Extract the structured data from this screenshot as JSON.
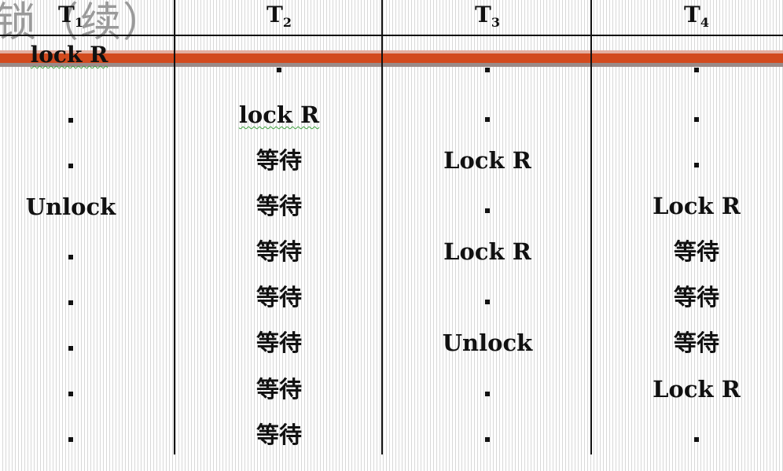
{
  "title_fragment": "锁（续）",
  "headers": [
    {
      "base": "T",
      "sub": "1"
    },
    {
      "base": "T",
      "sub": "2"
    },
    {
      "base": "T",
      "sub": "3"
    },
    {
      "base": "T",
      "sub": "4"
    }
  ],
  "columns": [
    {
      "first": "lock R",
      "items": [
        ".",
        ".",
        "Unlock",
        ".",
        ".",
        ".",
        ".",
        "."
      ]
    },
    {
      "items": [
        ".",
        "lock R",
        "等待",
        "等待",
        "等待",
        "等待",
        "等待",
        "等待",
        "等待"
      ]
    },
    {
      "items": [
        ".",
        ".",
        "Lock R",
        ".",
        "Lock R",
        ".",
        "Unlock",
        ".",
        "."
      ]
    },
    {
      "items": [
        ".",
        ".",
        ".",
        "Lock R",
        "等待",
        "等待",
        "等待",
        "Lock R",
        "."
      ]
    }
  ],
  "colors": {
    "band_top": "#e3aea0",
    "band_main": "#d24a1e",
    "band_bottom": "#9a8a88",
    "squiggle": "#3fa03f"
  }
}
